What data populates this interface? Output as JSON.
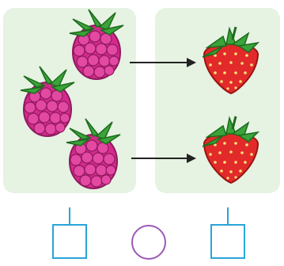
{
  "colors": {
    "panel": "#e6f2e2",
    "raspberry": "#d42a8c",
    "raspberry_dark": "#8e1a5e",
    "strawberry": "#e32a2a",
    "strawberry_dark": "#9c1414",
    "leaf": "#3aa33a",
    "leaf_dark": "#1d6b1d",
    "arrow": "#222222",
    "box_stroke": "#29a4d9",
    "circle_stroke": "#9b59b6"
  },
  "groups": {
    "left": {
      "fruit": "raspberry",
      "count": 3
    },
    "right": {
      "fruit": "strawberry",
      "count": 2
    }
  },
  "answer_boxes": [
    {
      "name": "left-count-box",
      "value": ""
    },
    {
      "name": "compare-circle",
      "value": ""
    },
    {
      "name": "right-count-box",
      "value": ""
    }
  ]
}
